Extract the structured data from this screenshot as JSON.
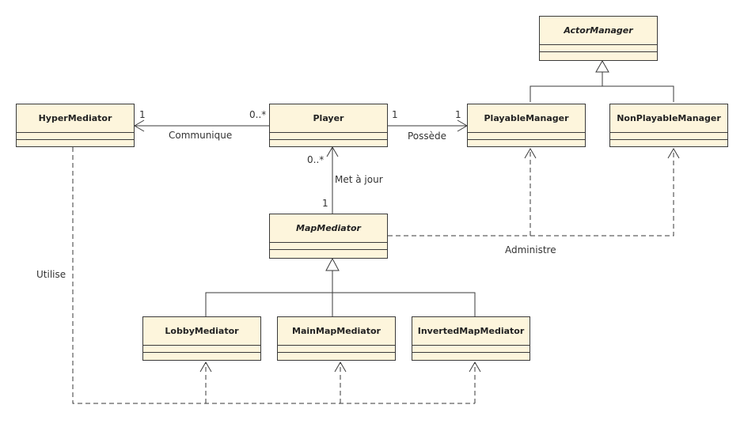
{
  "classes": {
    "actor_manager": "ActorManager",
    "hyper_mediator": "HyperMediator",
    "player": "Player",
    "playable_manager": "PlayableManager",
    "non_playable_manager": "NonPlayableManager",
    "map_mediator": "MapMediator",
    "lobby_mediator": "LobbyMediator",
    "main_map_mediator": "MainMapMediator",
    "inverted_map_mediator": "InvertedMapMediator"
  },
  "relations": {
    "communique": {
      "label": "Communique",
      "mult_hyper": "1",
      "mult_player": "0..*"
    },
    "possede": {
      "label": "Possède",
      "mult_player": "1",
      "mult_playable": "1"
    },
    "met_a_jour": {
      "label": "Met à jour",
      "mult_player": "0..*",
      "mult_map": "1"
    },
    "administre": {
      "label": "Administre"
    },
    "utilise": {
      "label": "Utilise"
    }
  },
  "colors": {
    "class_fill": "#fdf5dc",
    "line": "#3a3a3a",
    "text": "#333333"
  }
}
